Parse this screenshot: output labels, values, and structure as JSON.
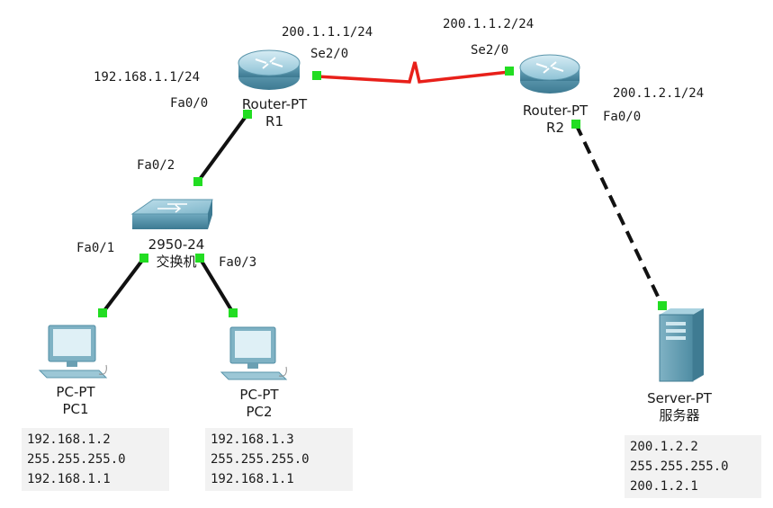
{
  "devices": {
    "r1": {
      "type": "Router-PT",
      "name": "R1"
    },
    "r2": {
      "type": "Router-PT",
      "name": "R2"
    },
    "sw": {
      "model": "2950-24",
      "name": "交换机"
    },
    "pc1": {
      "type": "PC-PT",
      "name": "PC1"
    },
    "pc2": {
      "type": "PC-PT",
      "name": "PC2"
    },
    "server": {
      "type": "Server-PT",
      "name": "服务器"
    }
  },
  "ports": {
    "r1_se": "Se2/0",
    "r2_se": "Se2/0",
    "r1_fa": "Fa0/0",
    "r2_fa": "Fa0/0",
    "sw_up": "Fa0/2",
    "sw_pc1": "Fa0/1",
    "sw_pc2": "Fa0/3"
  },
  "ips": {
    "r1_se": "200.1.1.1/24",
    "r2_se": "200.1.1.2/24",
    "r1_fa": "192.168.1.1/24",
    "r2_fa": "200.1.2.1/24"
  },
  "hosts": {
    "pc1": {
      "ip": "192.168.1.2",
      "mask": "255.255.255.0",
      "gateway": "192.168.1.1"
    },
    "pc2": {
      "ip": "192.168.1.3",
      "mask": "255.255.255.0",
      "gateway": "192.168.1.1"
    },
    "server": {
      "ip": "200.1.2.2",
      "mask": "255.255.255.0",
      "gateway": "200.1.2.1"
    }
  },
  "colors": {
    "serial_link": "#e8201a",
    "ethernet_link": "#111111",
    "port_up": "#22dd22",
    "device_blue": "#5f9fb5"
  }
}
